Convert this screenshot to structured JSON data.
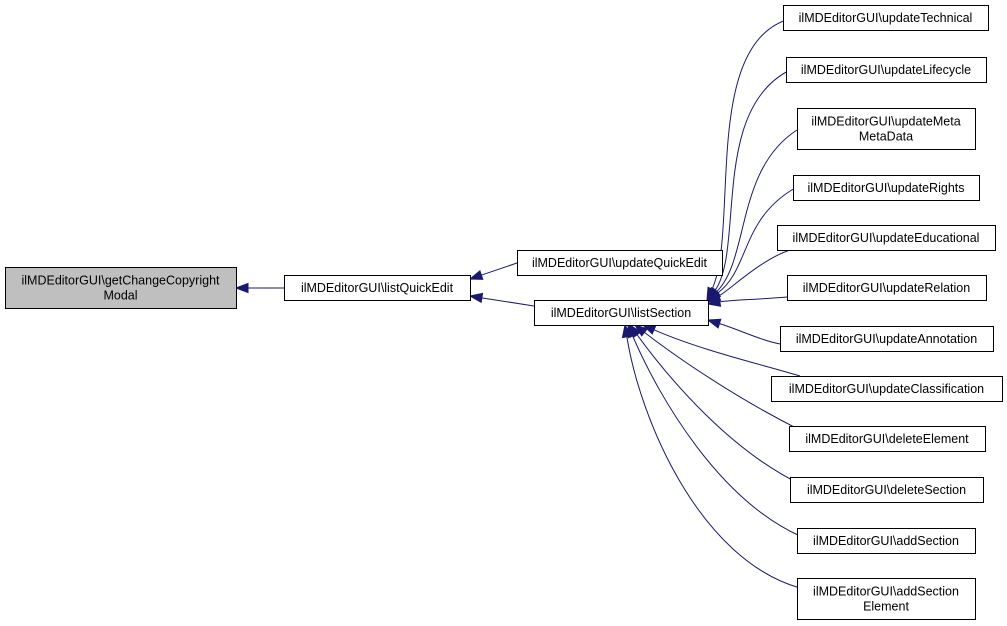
{
  "graph": {
    "nodes": {
      "getChangeCopyrightModal": {
        "lines": [
          "ilMDEditorGUI\\getChangeCopyright",
          "Modal"
        ],
        "highlight": true
      },
      "listQuickEdit": {
        "lines": [
          "ilMDEditorGUI\\listQuickEdit"
        ]
      },
      "updateQuickEdit": {
        "lines": [
          "ilMDEditorGUI\\updateQuickEdit"
        ]
      },
      "listSection": {
        "lines": [
          "ilMDEditorGUI\\listSection"
        ]
      },
      "updateTechnical": {
        "lines": [
          "ilMDEditorGUI\\updateTechnical"
        ]
      },
      "updateLifecycle": {
        "lines": [
          "ilMDEditorGUI\\updateLifecycle"
        ]
      },
      "updateMetaMetaData": {
        "lines": [
          "ilMDEditorGUI\\updateMeta",
          "MetaData"
        ]
      },
      "updateRights": {
        "lines": [
          "ilMDEditorGUI\\updateRights"
        ]
      },
      "updateEducational": {
        "lines": [
          "ilMDEditorGUI\\updateEducational"
        ]
      },
      "updateRelation": {
        "lines": [
          "ilMDEditorGUI\\updateRelation"
        ]
      },
      "updateAnnotation": {
        "lines": [
          "ilMDEditorGUI\\updateAnnotation"
        ]
      },
      "updateClassification": {
        "lines": [
          "ilMDEditorGUI\\updateClassification"
        ]
      },
      "deleteElement": {
        "lines": [
          "ilMDEditorGUI\\deleteElement"
        ]
      },
      "deleteSection": {
        "lines": [
          "ilMDEditorGUI\\deleteSection"
        ]
      },
      "addSection": {
        "lines": [
          "ilMDEditorGUI\\addSection"
        ]
      },
      "addSectionElement": {
        "lines": [
          "ilMDEditorGUI\\addSection",
          "Element"
        ]
      }
    },
    "edges": [
      {
        "from": "listQuickEdit",
        "to": "getChangeCopyrightModal"
      },
      {
        "from": "updateQuickEdit",
        "to": "listQuickEdit"
      },
      {
        "from": "listSection",
        "to": "listQuickEdit"
      },
      {
        "from": "updateTechnical",
        "to": "listSection"
      },
      {
        "from": "updateLifecycle",
        "to": "listSection"
      },
      {
        "from": "updateMetaMetaData",
        "to": "listSection"
      },
      {
        "from": "updateRights",
        "to": "listSection"
      },
      {
        "from": "updateEducational",
        "to": "listSection"
      },
      {
        "from": "updateRelation",
        "to": "listSection"
      },
      {
        "from": "updateAnnotation",
        "to": "listSection"
      },
      {
        "from": "updateClassification",
        "to": "listSection"
      },
      {
        "from": "deleteElement",
        "to": "listSection"
      },
      {
        "from": "deleteSection",
        "to": "listSection"
      },
      {
        "from": "addSection",
        "to": "listSection"
      },
      {
        "from": "addSectionElement",
        "to": "listSection"
      }
    ],
    "colors": {
      "edge": "#191970",
      "highlight_fill": "#bfbfbf",
      "node_border": "#000000"
    }
  }
}
